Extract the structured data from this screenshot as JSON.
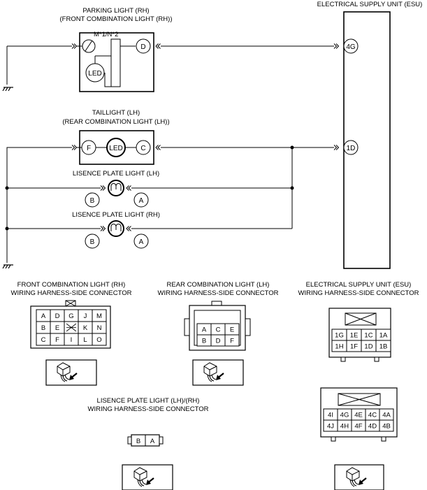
{
  "esu": {
    "title": "ELECTRICAL SUPPLY UNIT (ESU)",
    "pin_4g": "4G",
    "pin_1d": "1D"
  },
  "parking_light": {
    "title_line1": "PARKING LIGHT (RH)",
    "title_line2": "(FRONT COMBINATION LIGHT (RH))",
    "note": "M*1/N*2",
    "led": "LED",
    "pin": "D"
  },
  "taillight": {
    "title_line1": "TAILLIGHT (LH)",
    "title_line2": "(REAR COMBINATION LIGHT (LH))",
    "pin_left": "F",
    "led": "LED",
    "pin_right": "C"
  },
  "license_lh": {
    "title": "LISENCE PLATE LIGHT (LH)",
    "pin_b": "B",
    "pin_a": "A"
  },
  "license_rh": {
    "title": "LISENCE PLATE LIGHT (RH)",
    "pin_b": "B",
    "pin_a": "A"
  },
  "connectors": {
    "front_rh": {
      "title_line1": "FRONT COMBINATION LIGHT (RH)",
      "title_line2": "WIRING HARNESS-SIDE CONNECTOR",
      "rows": [
        [
          "A",
          "D",
          "G",
          "J",
          "M"
        ],
        [
          "B",
          "E",
          "",
          "K",
          "N"
        ],
        [
          "C",
          "F",
          "I",
          "L",
          "O"
        ]
      ]
    },
    "rear_lh": {
      "title_line1": "REAR COMBINATION LIGHT (LH)",
      "title_line2": "WIRING HARNESS-SIDE CONNECTOR",
      "rows": [
        [
          "A",
          "C",
          "E"
        ],
        [
          "B",
          "D",
          "F"
        ]
      ]
    },
    "esu_top": {
      "title_line1": "ELECTRICAL SUPPLY UNIT (ESU)",
      "title_line2": "WIRING HARNESS-SIDE CONNECTOR",
      "rows": [
        [
          "1G",
          "1E",
          "1C",
          "1A"
        ],
        [
          "1H",
          "1F",
          "1D",
          "1B"
        ]
      ]
    },
    "esu_bottom": {
      "rows": [
        [
          "4I",
          "4G",
          "4E",
          "4C",
          "4A"
        ],
        [
          "4J",
          "4H",
          "4F",
          "4D",
          "4B"
        ]
      ]
    },
    "license": {
      "title_line1": "LISENCE PLATE LIGHT (LH)/(RH)",
      "title_line2": "WIRING HARNESS-SIDE CONNECTOR",
      "cells": [
        "B",
        "A"
      ]
    }
  }
}
